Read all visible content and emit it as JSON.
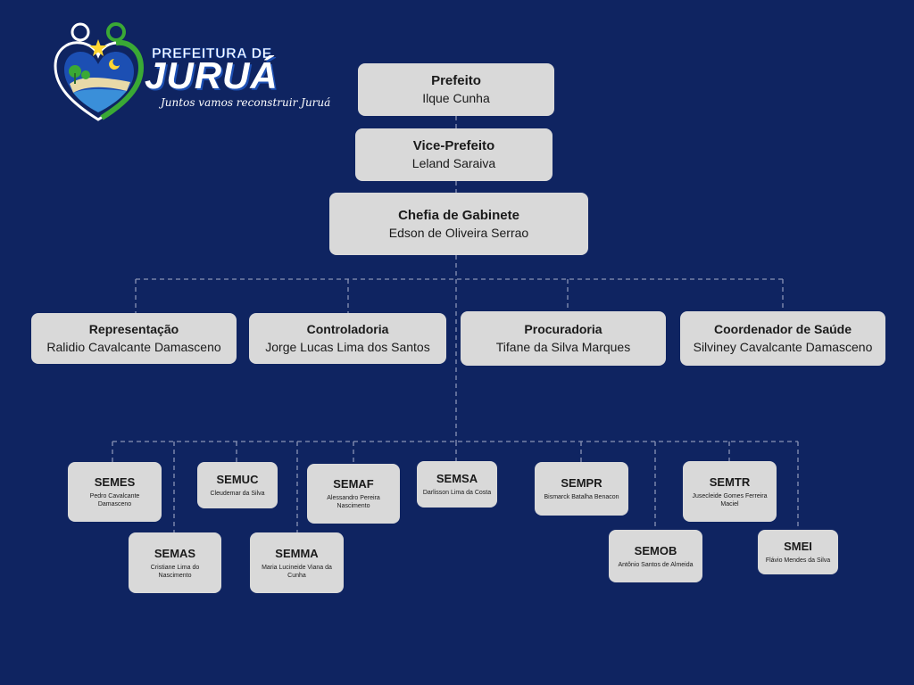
{
  "brand": {
    "line1": "PREFEITURA DE",
    "line2": "JURUÁ",
    "slogan": "Juntos vamos reconstruir Juruá"
  },
  "colors": {
    "background": "#0f2461",
    "box": "#d9d9d9",
    "connector": "#8a93b5",
    "logo_green": "#3aa935",
    "logo_blue": "#1c4fb3"
  },
  "org": {
    "top": [
      {
        "title": "Prefeito",
        "name": "Ilque Cunha"
      },
      {
        "title": "Vice-Prefeito",
        "name": "Leland Saraiva"
      },
      {
        "title": "Chefia de Gabinete",
        "name": "Edson de Oliveira Serrao"
      }
    ],
    "middle": [
      {
        "title": "Representação",
        "name": "Ralidio Cavalcante Damasceno"
      },
      {
        "title": "Controladoria",
        "name": "Jorge Lucas Lima dos Santos"
      },
      {
        "title": "Procuradoria",
        "name": "Tifane da Silva Marques"
      },
      {
        "title": "Coordenador de Saúde",
        "name": "Silviney Cavalcante Damasceno"
      }
    ],
    "secretariats": [
      {
        "title": "SEMES",
        "name": "Pedro Cavalcante Damasceno"
      },
      {
        "title": "SEMAS",
        "name": "Cristiane Lima do Nascimento"
      },
      {
        "title": "SEMUC",
        "name": "Cleudemar da Silva"
      },
      {
        "title": "SEMMA",
        "name": "Maria Lucineide Viana da Cunha"
      },
      {
        "title": "SEMAF",
        "name": "Alessandro Pereira Nascimento"
      },
      {
        "title": "SEMSA",
        "name": "Darlisson Lima da Costa"
      },
      {
        "title": "SEMPR",
        "name": "Bismarck Batalha Benacon"
      },
      {
        "title": "SEMOB",
        "name": "Antônio Santos de Almeida"
      },
      {
        "title": "SEMTR",
        "name": "Jusecleide Gomes Ferreira Maciel"
      },
      {
        "title": "SMEI",
        "name": "Flávio Mendes da Silva"
      }
    ]
  }
}
